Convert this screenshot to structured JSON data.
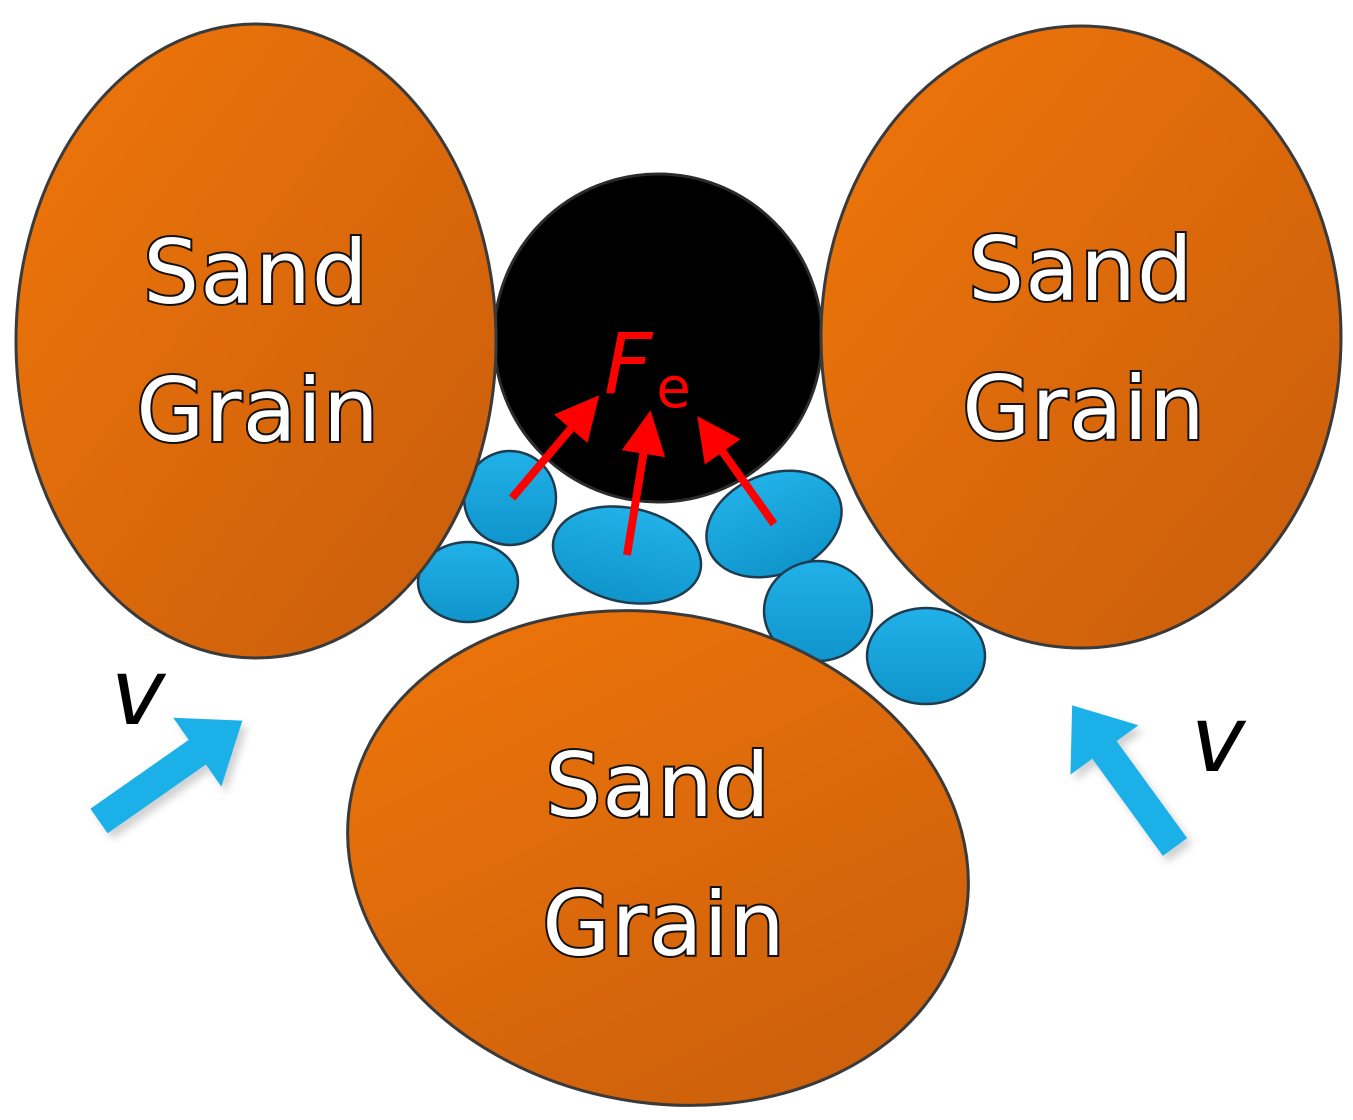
{
  "diagram": {
    "grain_label_line1": "Sand",
    "grain_label_line2": "Grain",
    "velocity_label": "v",
    "force_label": "F",
    "force_subscript": "e"
  },
  "colors": {
    "sand_grain": "#e56f0b",
    "water_droplet": "#1aa6dd",
    "particle": "#000000",
    "force_arrow": "#ff0000",
    "velocity_arrow": "#1ab0e8"
  },
  "icons": {
    "velocity": "block-arrow-icon",
    "force": "arrow-icon"
  }
}
